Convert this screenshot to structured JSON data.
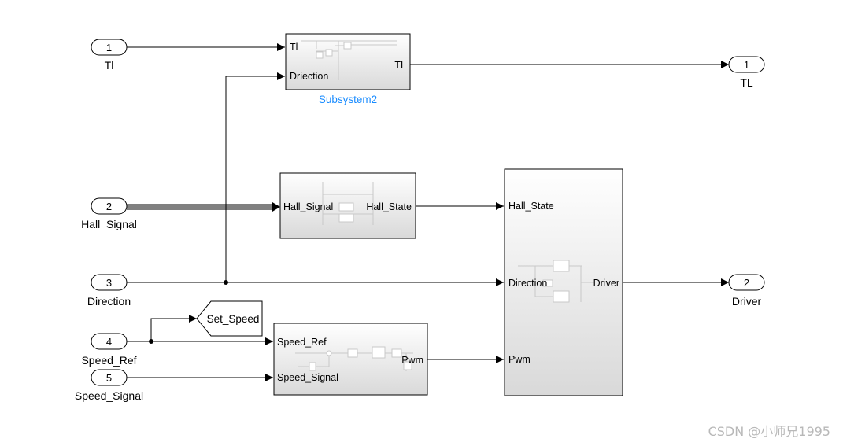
{
  "inports": [
    {
      "num": "1",
      "label": "Tl"
    },
    {
      "num": "2",
      "label": "Hall_Signal"
    },
    {
      "num": "3",
      "label": "Direction"
    },
    {
      "num": "4",
      "label": "Speed_Ref"
    },
    {
      "num": "5",
      "label": "Speed_Signal"
    }
  ],
  "outports": [
    {
      "num": "1",
      "label": "TL"
    },
    {
      "num": "2",
      "label": "Driver"
    }
  ],
  "subsystem2": {
    "name": "Subsystem2",
    "in1": "Tl",
    "in2": "Driection",
    "out1": "TL"
  },
  "hall_block": {
    "in1": "Hall_Signal",
    "out1": "Hall_State"
  },
  "speed_block": {
    "in1": "Speed_Ref",
    "in2": "Speed_Signal",
    "out1": "Pwm"
  },
  "driver_block": {
    "in1": "Hall_State",
    "in2": "Direction",
    "in3": "Pwm",
    "out1": "Driver"
  },
  "goto_tag": "Set_Speed",
  "watermark": "CSDN @小师兄1995",
  "colors": {
    "subsystem_name": "#1a8cff",
    "line": "#000000",
    "block_gradient_top": "#ffffff",
    "block_gradient_bottom": "#d9d9d9"
  }
}
